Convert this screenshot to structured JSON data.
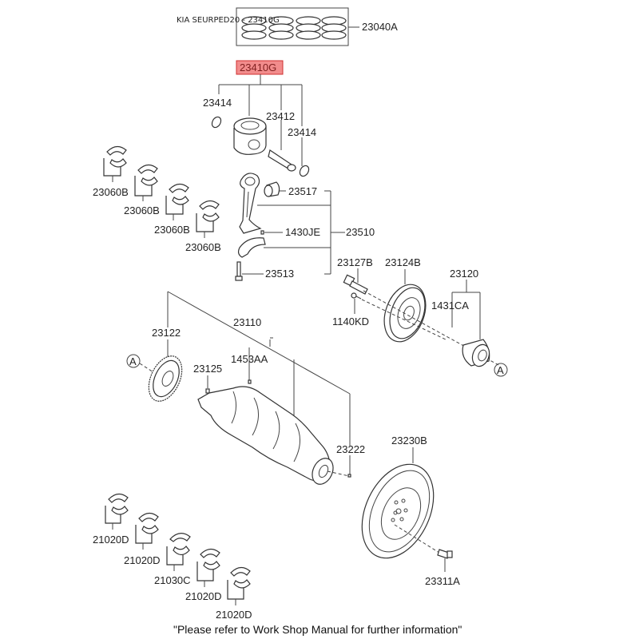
{
  "title": "KIA SEURPED20 - 23410G",
  "highlighted_part": "23410G",
  "footer_note": "\"Please refer to Work Shop Manual for further information\"",
  "colors": {
    "highlight_fill": "#f07878",
    "highlight_border": "#d03030",
    "line": "#444444"
  },
  "parts": {
    "ring_set": "23040A",
    "piston_assy": "23410G",
    "snap_ring_left": "23414",
    "piston_pin": "23412",
    "snap_ring_right": "23414",
    "rod_bearing_1": "23060B",
    "rod_bearing_2": "23060B",
    "rod_bearing_3": "23060B",
    "rod_bearing_4": "23060B",
    "rod_bushing": "23517",
    "pin": "1430JE",
    "connecting_rod_assy": "23510",
    "rod_bolt": "23513",
    "pulley_bolt": "23127B",
    "damper_pulley": "23124B",
    "sprocket_assy": "23120",
    "key_1431": "1431CA",
    "bolt_1140": "1140KD",
    "sensor_wheel": "23122",
    "crankshaft_assy": "23110",
    "plug_1453": "1453AA",
    "key_23125": "23125",
    "pin_23222": "23222",
    "flywheel": "23230B",
    "flywheel_bolt": "23311A",
    "main_bearing_1": "21020D",
    "main_bearing_2": "21020D",
    "thrust_bearing": "21030C",
    "main_bearing_3": "21020D",
    "main_bearing_4": "21020D"
  },
  "ref_marks": {
    "a_left": "A",
    "a_right": "A"
  }
}
